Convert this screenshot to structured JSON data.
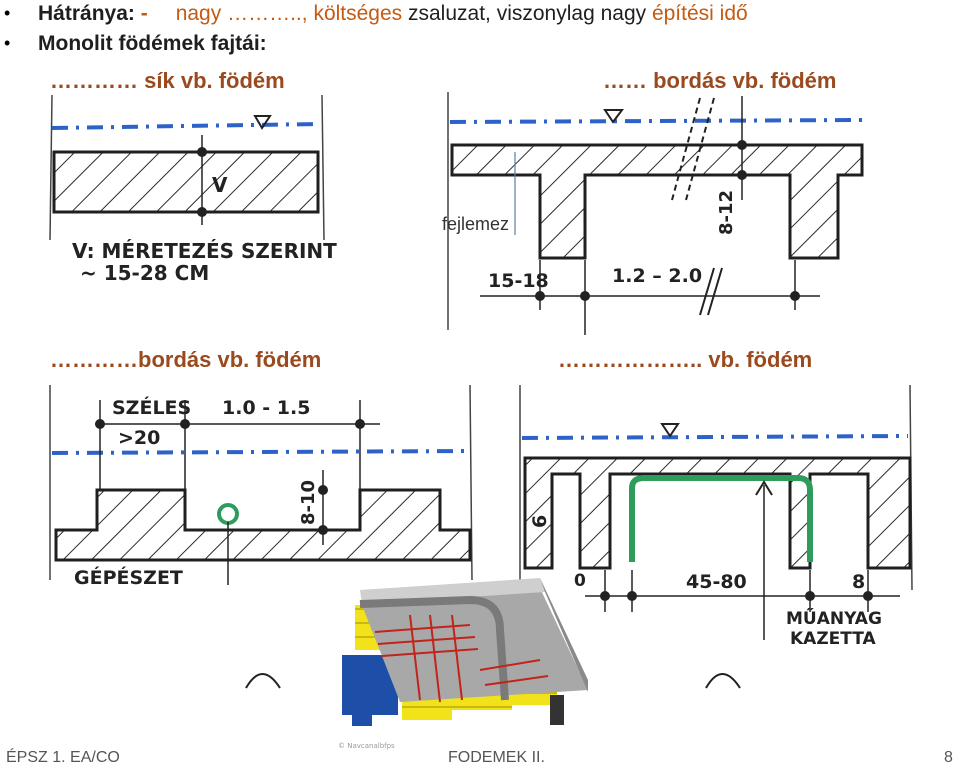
{
  "bullets": {
    "line1": {
      "lead": "Hátránya:",
      "dash": " -",
      "word1": "nagy",
      "dots": " ……….., ",
      "word2": "költséges",
      "word3": " zsaluzat, viszonylag nagy ",
      "word4": "építési idő"
    },
    "line2": "Monolit födémek fajtái:"
  },
  "headings": {
    "top_left_dots": "………… ",
    "top_left_word": "sík",
    "top_left_rest": " vb. födém",
    "top_right": "…… bordás vb. födém",
    "bottom_left": "…………bordás vb. födém",
    "bottom_right": "……………….. vb. födém"
  },
  "sketch_labels": {
    "v_note": "V: MÉRETEZÉS SZERINT",
    "v_range": "~ 15-28 CM",
    "v_letter": "V",
    "fejlemez": "fejlemez",
    "rib_width": "15-18",
    "rib_spacing": "1.2 – 2.0",
    "rib_height": "8-12",
    "szeles": "SZÉLES",
    "szeles_value": ">20",
    "span_small": "1.0 - 1.5",
    "height_small": "8-10",
    "gepeszet": "GÉPÉSZET",
    "cassette_height": "6",
    "cassette_span": "45-80",
    "cassette_small": "0",
    "cassette_rib": "8",
    "muanyag": "MŰANYAG",
    "kazetta": "KAZETTA",
    "watermark": "© Navcanalbfps"
  },
  "footer": {
    "left": "ÉPSZ 1. EA/CO",
    "center": "FODEMEK II.",
    "page": "8"
  },
  "colors": {
    "heading": "#9a4a1e",
    "emphasis": "#c55a11",
    "text": "#1f1f1f",
    "level_line": "#2f62c8",
    "rebar_green": "#2e9c5a"
  }
}
